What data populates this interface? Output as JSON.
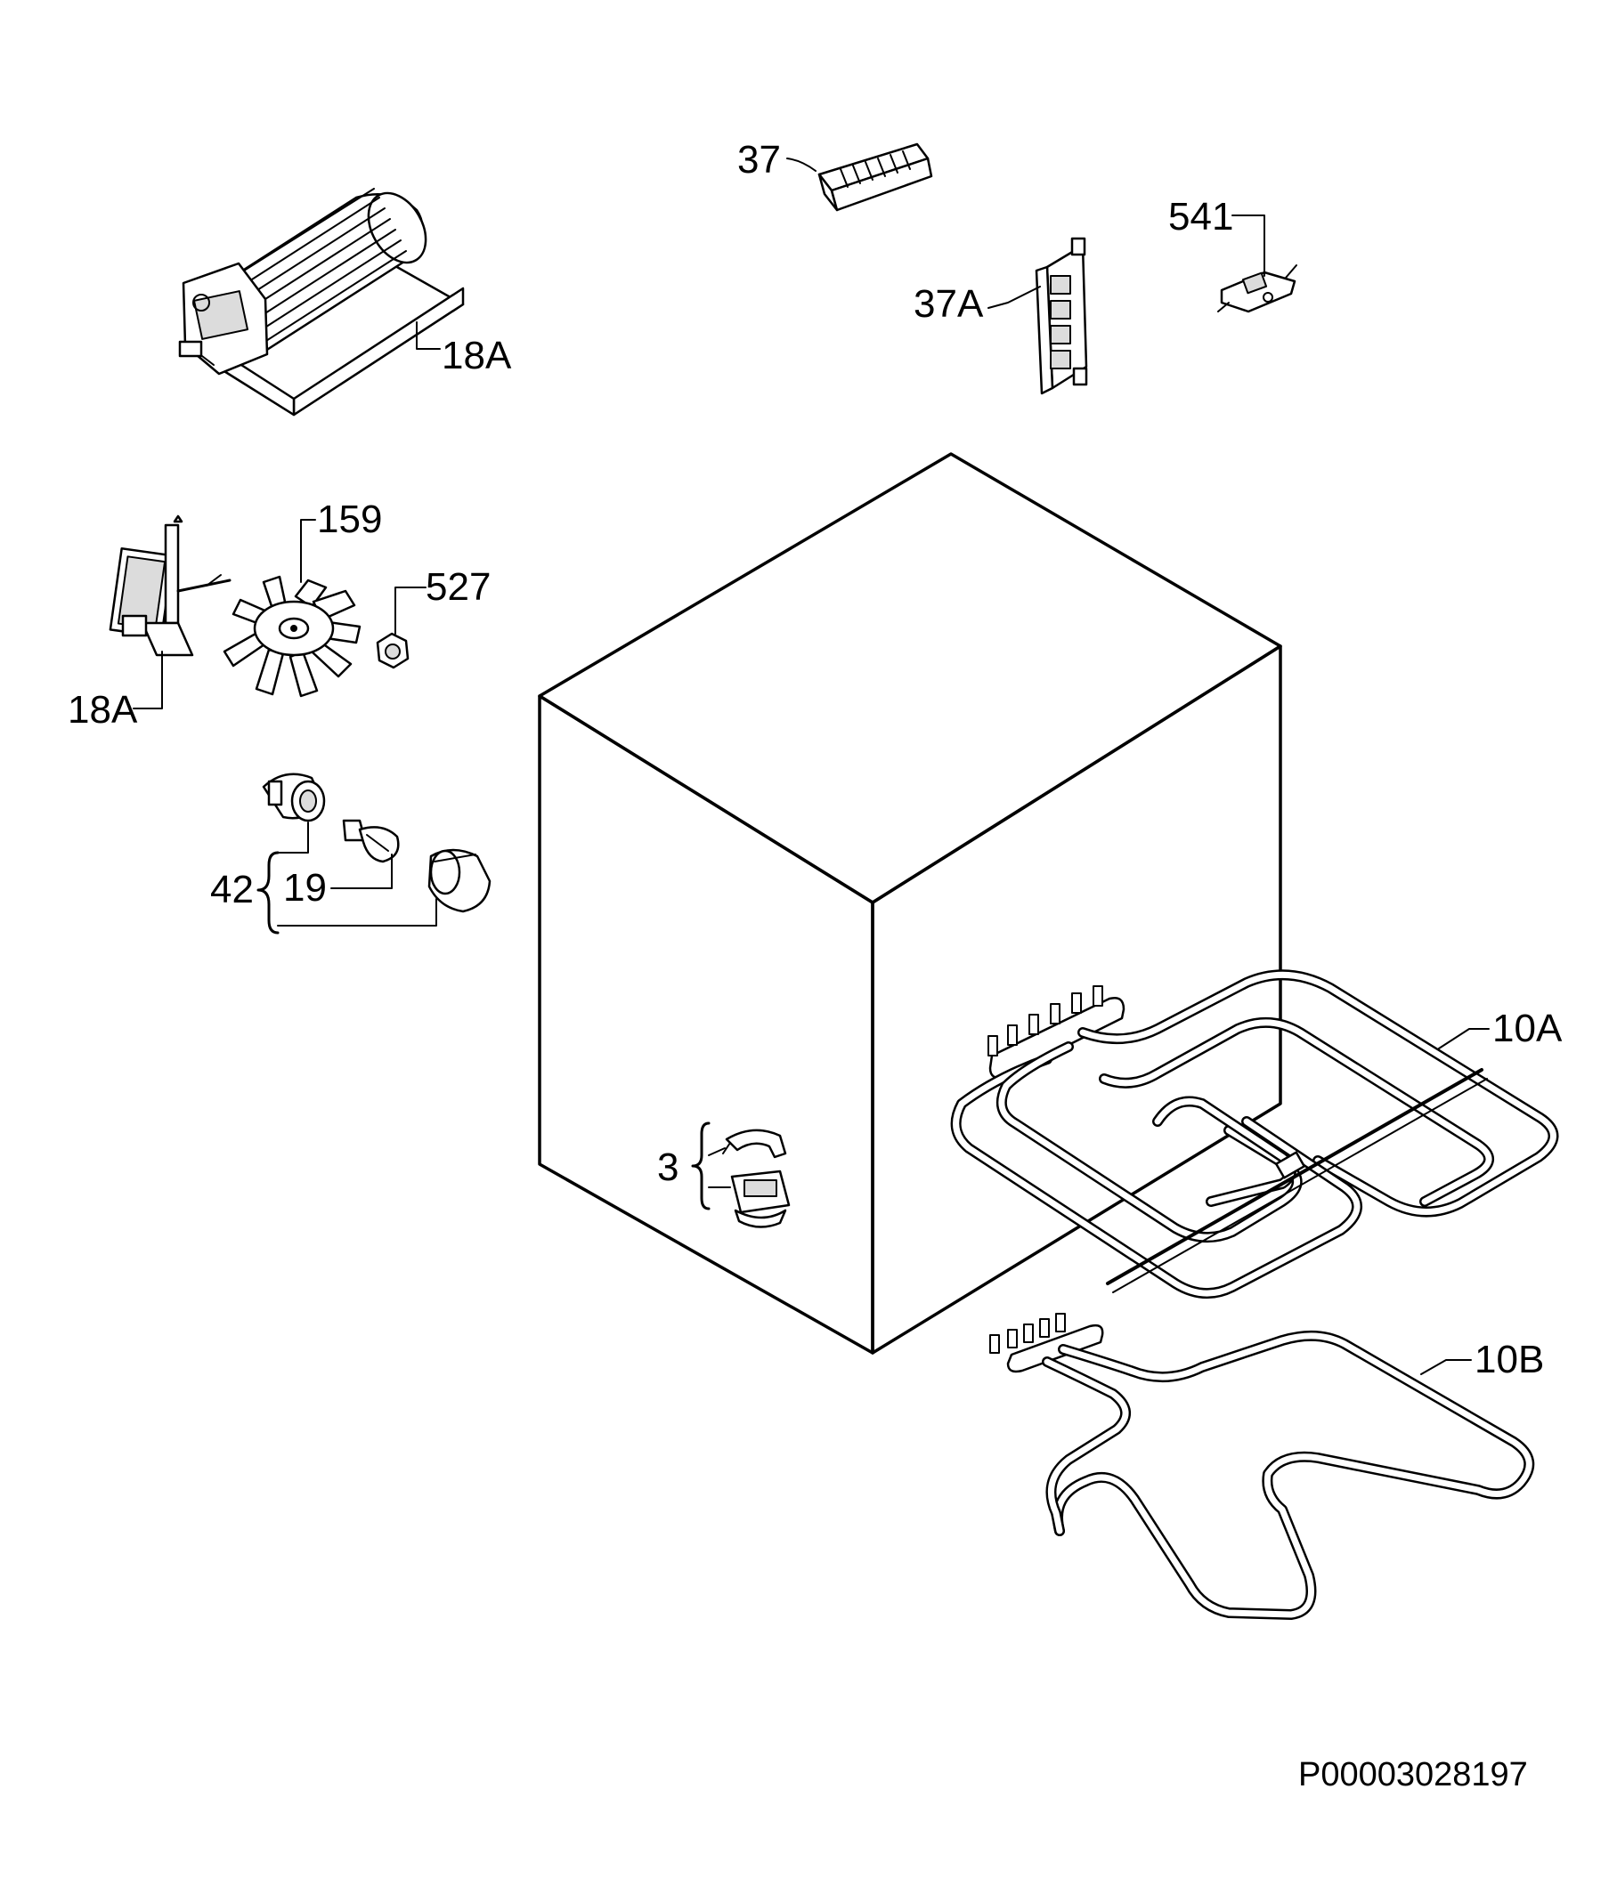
{
  "diagram": {
    "reference_code": "P00003028197",
    "labels": {
      "fan_assembly": "18A",
      "fan_motor": "18A",
      "fan_blade": "159",
      "nut": "527",
      "lamp_group": "42",
      "lamp_bulb": "19",
      "terminal_block": "37",
      "terminal_bracket": "37A",
      "thermal_switch": "541",
      "thermostat_group": "3",
      "upper_heating_element": "10A",
      "lower_heating_element": "10B"
    }
  }
}
